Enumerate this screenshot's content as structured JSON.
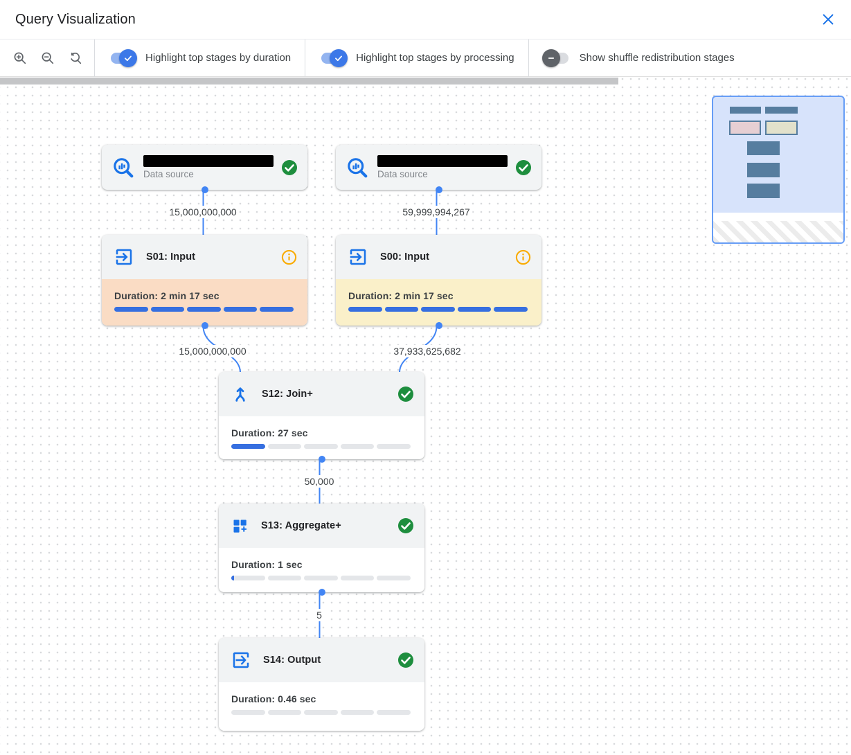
{
  "header": {
    "title": "Query Visualization"
  },
  "toolbar": {
    "zoom_controls": [
      {
        "name": "zoom-in"
      },
      {
        "name": "zoom-out"
      },
      {
        "name": "zoom-reset"
      }
    ],
    "toggles": [
      {
        "label": "Highlight top stages by duration",
        "state": "on"
      },
      {
        "label": "Highlight top stages by processing",
        "state": "on"
      },
      {
        "label": "Show shuffle redistribution stages",
        "state": "off"
      }
    ]
  },
  "graph": {
    "nodes": [
      {
        "id": "datasource-left",
        "type": "data_source",
        "label": "Data source",
        "name_redacted": true,
        "status": "success"
      },
      {
        "id": "datasource-right",
        "type": "data_source",
        "label": "Data source",
        "name_redacted": true,
        "status": "success"
      },
      {
        "id": "s01",
        "type": "stage",
        "title": "S01: Input",
        "duration": "Duration: 2 min 17 sec",
        "progress_pct": 100,
        "status": "info",
        "highlight_color": "#fadcc4"
      },
      {
        "id": "s00",
        "type": "stage",
        "title": "S00: Input",
        "duration": "Duration: 2 min 17 sec",
        "progress_pct": 100,
        "status": "info",
        "highlight_color": "#faf0c9"
      },
      {
        "id": "s12",
        "type": "stage",
        "title": "S12: Join+",
        "duration": "Duration: 27 sec",
        "progress_pct": 20,
        "status": "success",
        "highlight_color": ""
      },
      {
        "id": "s13",
        "type": "stage",
        "title": "S13: Aggregate+",
        "duration": "Duration: 1 sec",
        "progress_pct": 1.6,
        "status": "success",
        "highlight_color": ""
      },
      {
        "id": "s14",
        "type": "stage",
        "title": "S14: Output",
        "duration": "Duration: 0.46 sec",
        "progress_pct": 0,
        "status": "success",
        "highlight_color": ""
      }
    ],
    "edges": [
      {
        "from": "datasource-left",
        "to": "s01",
        "rows": "15,000,000,000"
      },
      {
        "from": "datasource-right",
        "to": "s00",
        "rows": "59,999,994,267"
      },
      {
        "from": "s01",
        "to": "s12",
        "rows": "15,000,000,000"
      },
      {
        "from": "s00",
        "to": "s12",
        "rows": "37,933,625,682"
      },
      {
        "from": "s12",
        "to": "s13",
        "rows": "50,000"
      },
      {
        "from": "s13",
        "to": "s14",
        "rows": "5"
      }
    ]
  },
  "colors": {
    "edge_blue": "#4285f4",
    "icon_blue": "#1a73e8",
    "progress_blue": "#366fe0",
    "success_green": "#1e8e3e",
    "info_orange": "#f9ab00",
    "duration_highlight": "#fadcc4",
    "processing_highlight": "#faf0c9"
  }
}
